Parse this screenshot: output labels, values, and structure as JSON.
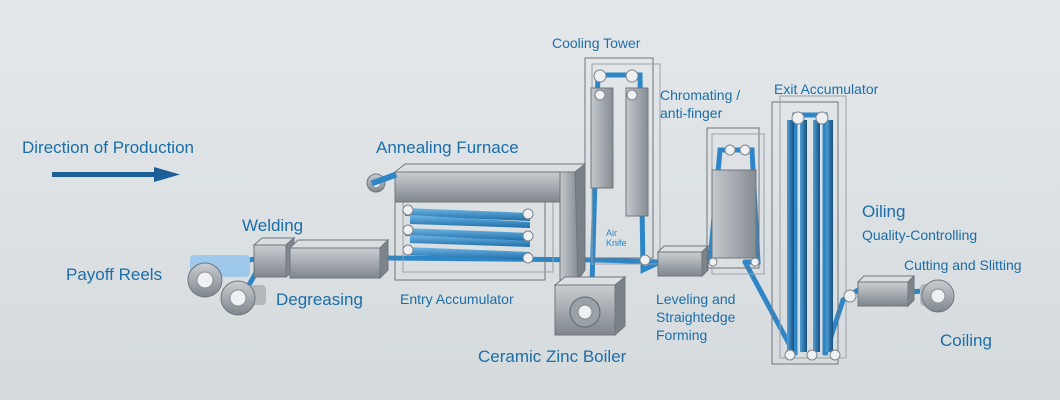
{
  "colors": {
    "background": "#dde1e4",
    "label_blue": "#1b6ea8",
    "strip_blue": "#2f86c6",
    "machine_gray": "#9aa1a7",
    "arrow_blue": "#1c5f96"
  },
  "labels": {
    "direction": "Direction of Production",
    "welding": "Welding",
    "payoff_reels": "Payoff Reels",
    "degreasing": "Degreasing",
    "annealing_furnace": "Annealing Furnace",
    "entry_accumulator": "Entry Accumulator",
    "ceramic_zinc_boiler": "Ceramic Zinc Boiler",
    "cooling_tower": "Cooling Tower",
    "air_knife": "Air Knife",
    "chromating": "Chromating / anti-finger",
    "leveling": "Leveling and Straightedge Forming",
    "exit_accumulator": "Exit Accumulator",
    "oiling": "Oiling",
    "quality_controlling": "Quality-Controlling",
    "cutting_slitting": "Cutting and Slitting",
    "coiling": "Coiling"
  }
}
